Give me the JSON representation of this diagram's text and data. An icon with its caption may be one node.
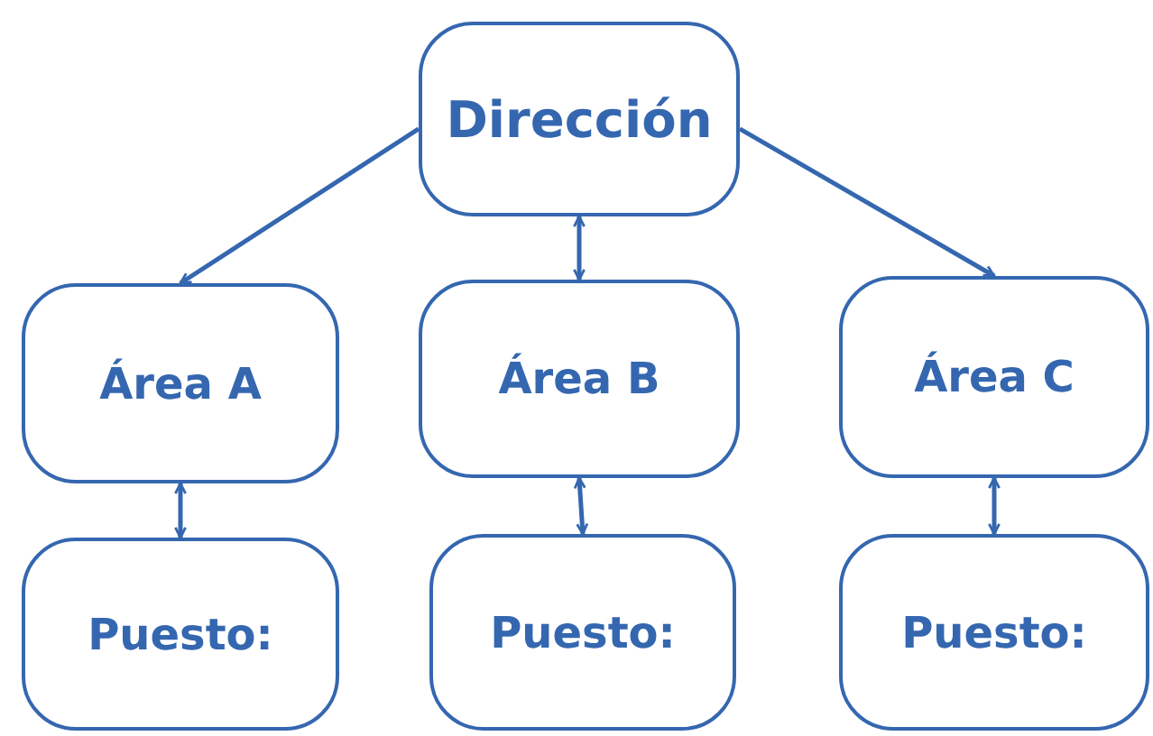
{
  "diagram": {
    "nodes": [
      {
        "text": [
          "Dirección"
        ]
      },
      {
        "text": [
          "Área A"
        ]
      },
      {
        "text": [
          "Área B"
        ]
      },
      {
        "text": [
          "Área C"
        ]
      },
      {
        "text": [
          "Puesto:"
        ]
      },
      {
        "text": [
          "Puesto:"
        ]
      },
      {
        "text": [
          "Puesto:"
        ]
      }
    ],
    "edges": [
      {
        "from": 0,
        "to": 1,
        "arrow": "to"
      },
      {
        "from": 0,
        "to": 2,
        "arrow": "both"
      },
      {
        "from": 0,
        "to": 3,
        "arrow": "to"
      },
      {
        "from": 1,
        "to": 4,
        "arrow": "both"
      },
      {
        "from": 2,
        "to": 5,
        "arrow": "both"
      },
      {
        "from": 3,
        "to": 6,
        "arrow": "both"
      }
    ]
  }
}
